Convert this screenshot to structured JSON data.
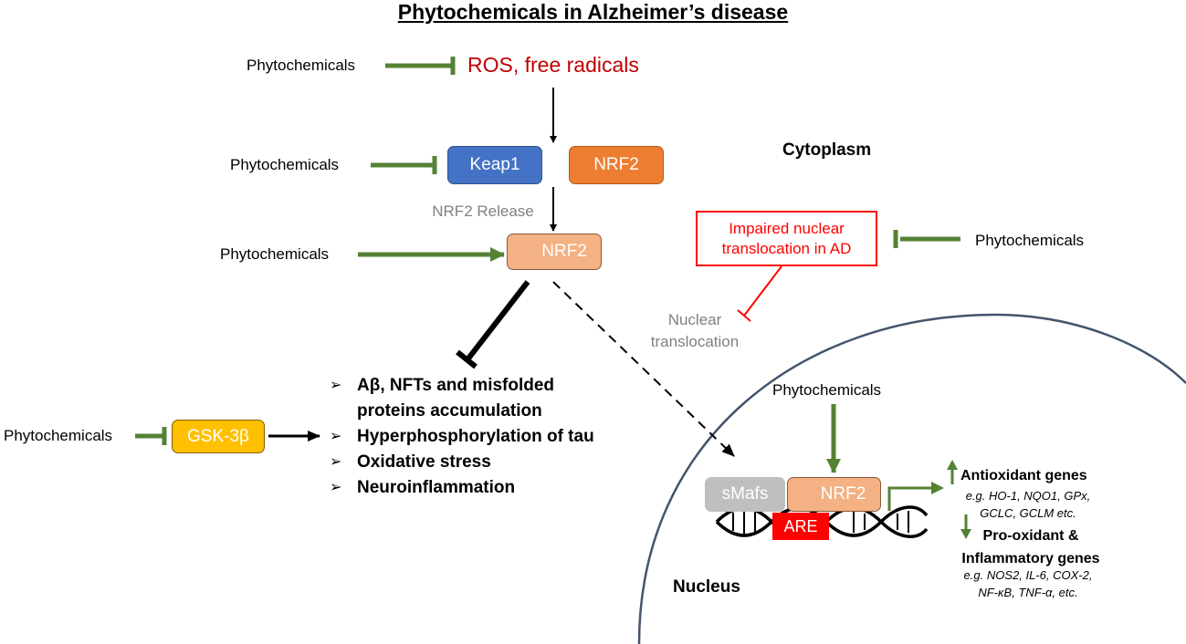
{
  "title": "Phytochemicals in Alzheimer’s disease",
  "phytochemicals_label": "Phytochemicals",
  "ros_label": "ROS, free radicals",
  "keap1_label": "Keap1",
  "nrf2_label": "NRF2",
  "nrf2_release_label": "NRF2 Release",
  "cytoplasm_label": "Cytoplasm",
  "impaired_text": "Impaired nuclear translocation in AD",
  "nuclear_translocation_label": "Nuclear translocation",
  "gsk_label": "GSK-3β",
  "effects": [
    "Aβ, NFTs and misfolded proteins accumulation",
    "Hyperphosphorylation of tau",
    "Oxidative stress",
    "Neuroinflammation"
  ],
  "bullet_glyph": "➢",
  "smafs_label": "sMafs",
  "are_label": "ARE",
  "nucleus_label": "Nucleus",
  "antioxidant_genes_label": "Antioxidant genes",
  "antioxidant_genes_examples": "e.g. HO-1, NQO1, GPx, GCLC, GCLM etc.",
  "prooxidant_genes_label": "Pro-oxidant & Inflammatory genes",
  "prooxidant_genes_examples": "e.g. NOS2, IL-6, COX-2, NF-κB, TNF-α, etc.",
  "colors": {
    "green_arrow": "#548235",
    "ros_red": "#c00000",
    "keap1_blue": "#4472c4",
    "nrf2_orange": "#ed7d31",
    "nrf2_light": "#f4b183",
    "gsk_yellow": "#ffc000",
    "nucleus_border": "#44546a",
    "impaired_red": "#ff0000"
  }
}
